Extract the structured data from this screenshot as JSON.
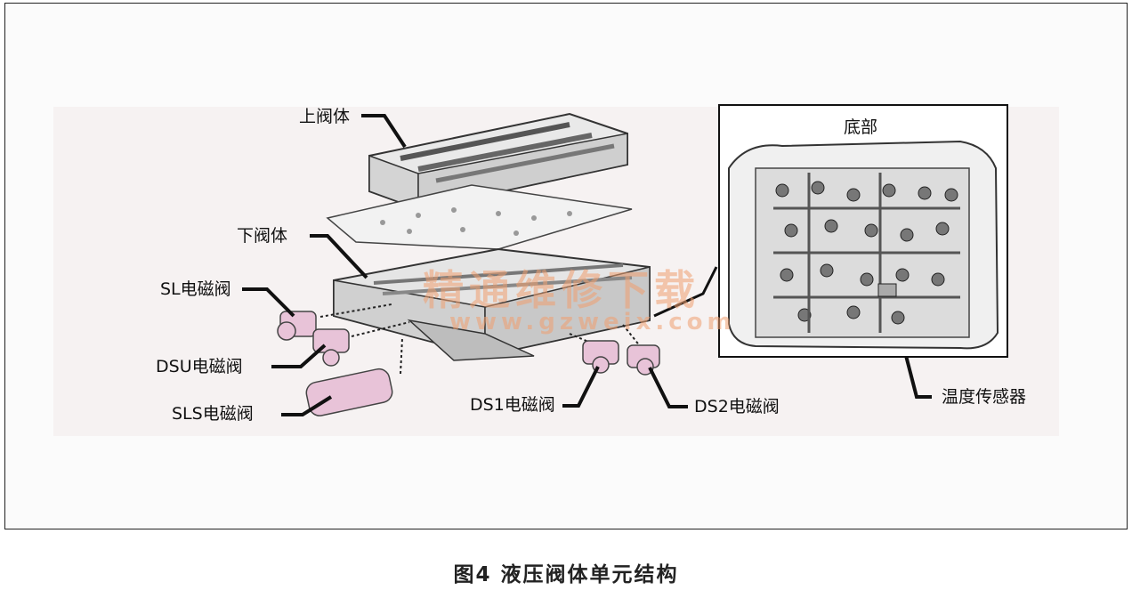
{
  "labels": {
    "upper_valve_body": "上阀体",
    "lower_valve_body": "下阀体",
    "sl_solenoid": "SL电磁阀",
    "dsu_solenoid": "DSU电磁阀",
    "sls_solenoid": "SLS电磁阀",
    "ds1_solenoid": "DS1电磁阀",
    "ds2_solenoid": "DS2电磁阀",
    "bottom": "底部",
    "temp_sensor": "温度传感器"
  },
  "watermark": {
    "line1": "精通维修下载",
    "line2": "www.gzweix.com"
  },
  "caption": "图4  液压阀体单元结构",
  "colors": {
    "solenoid_pink": "#e8c3d8",
    "watermark_orange": "#f0a070"
  }
}
